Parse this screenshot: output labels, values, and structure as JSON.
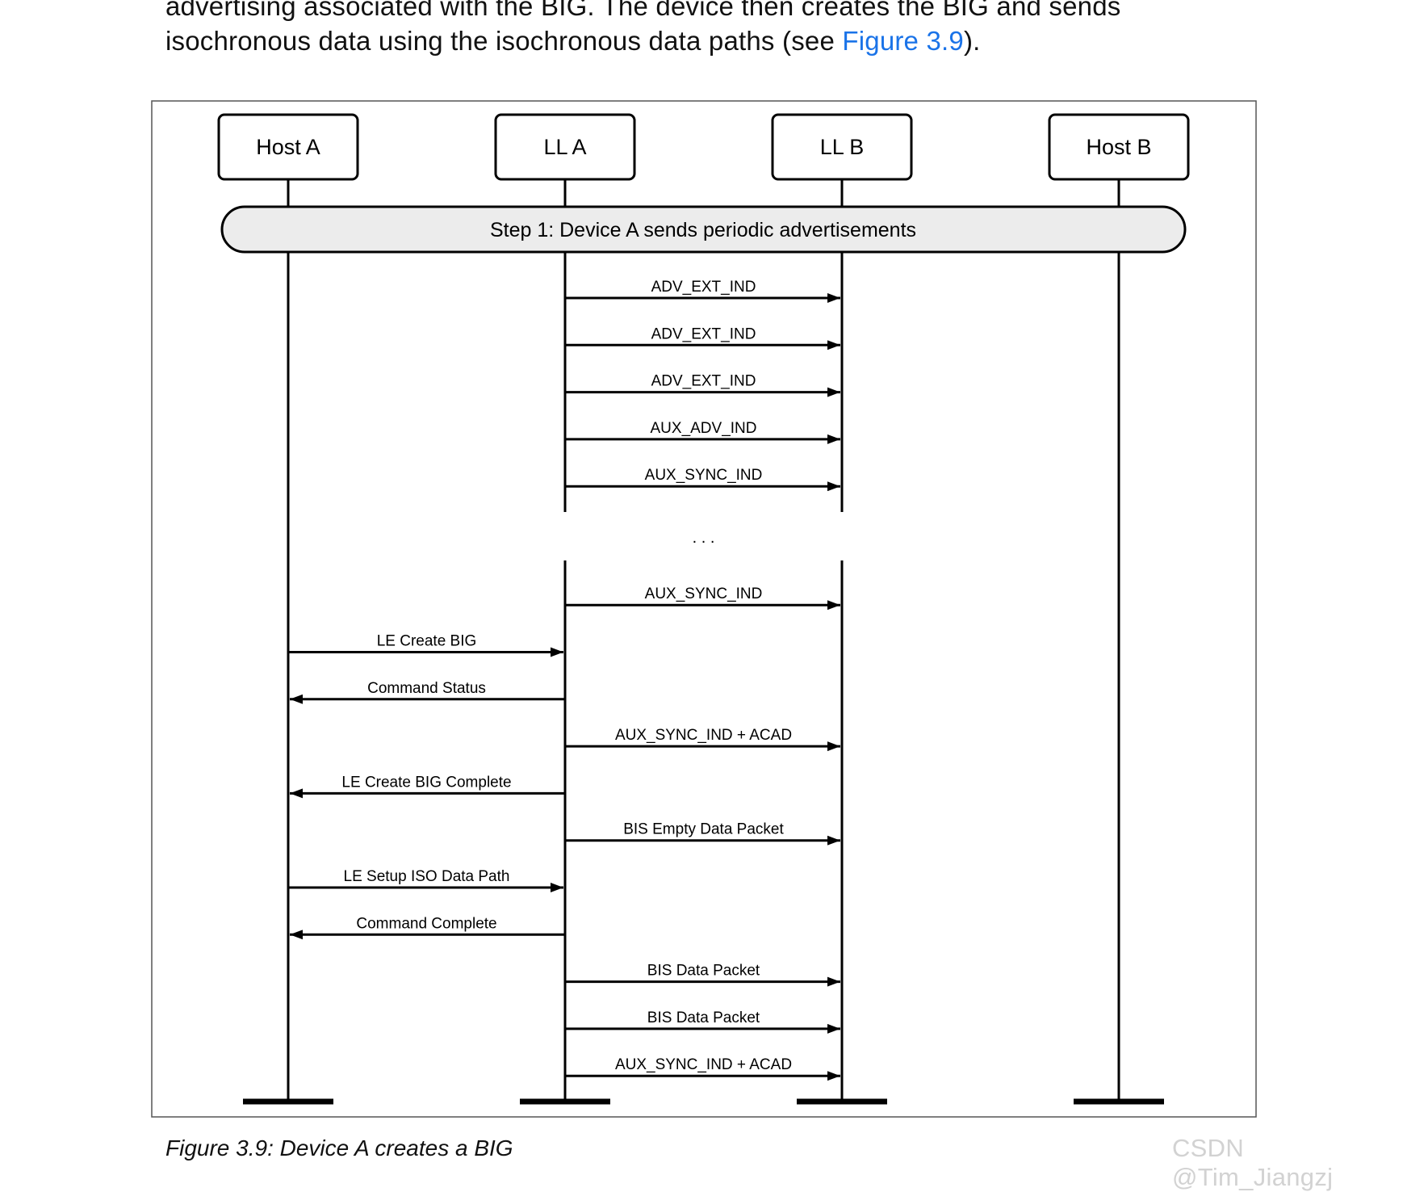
{
  "paragraph": {
    "line1": "advertising associated with the BIG. The device then creates the BIG and sends",
    "line2_before": "isochronous data using the isochronous data paths (see ",
    "line2_link": "Figure 3.9",
    "line2_after": ")."
  },
  "diagram": {
    "lifelines": [
      "Host A",
      "LL A",
      "LL B",
      "Host B"
    ],
    "step_label": "Step 1:  Device A sends periodic advertisements",
    "ellipsis": ". . .",
    "messages": [
      {
        "label": "ADV_EXT_IND",
        "from": 1,
        "to": 2
      },
      {
        "label": "ADV_EXT_IND",
        "from": 1,
        "to": 2
      },
      {
        "label": "ADV_EXT_IND",
        "from": 1,
        "to": 2
      },
      {
        "label": "AUX_ADV_IND",
        "from": 1,
        "to": 2
      },
      {
        "label": "AUX_SYNC_IND",
        "from": 1,
        "to": 2
      },
      {
        "gap": true
      },
      {
        "label": "AUX_SYNC_IND",
        "from": 1,
        "to": 2
      },
      {
        "label": "LE Create BIG",
        "from": 0,
        "to": 1
      },
      {
        "label": "Command Status",
        "from": 1,
        "to": 0
      },
      {
        "label": "AUX_SYNC_IND + ACAD",
        "from": 1,
        "to": 2
      },
      {
        "label": "LE Create BIG Complete",
        "from": 1,
        "to": 0
      },
      {
        "label": "BIS Empty Data Packet",
        "from": 1,
        "to": 2
      },
      {
        "label": "LE Setup ISO Data Path",
        "from": 0,
        "to": 1
      },
      {
        "label": "Command Complete",
        "from": 1,
        "to": 0
      },
      {
        "label": "BIS Data Packet",
        "from": 1,
        "to": 2
      },
      {
        "label": "BIS Data Packet",
        "from": 1,
        "to": 2
      },
      {
        "label": "AUX_SYNC_IND + ACAD",
        "from": 1,
        "to": 2
      }
    ]
  },
  "caption": "Figure 3.9: Device A creates a BIG",
  "watermark": "CSDN @Tim_Jiangzj"
}
